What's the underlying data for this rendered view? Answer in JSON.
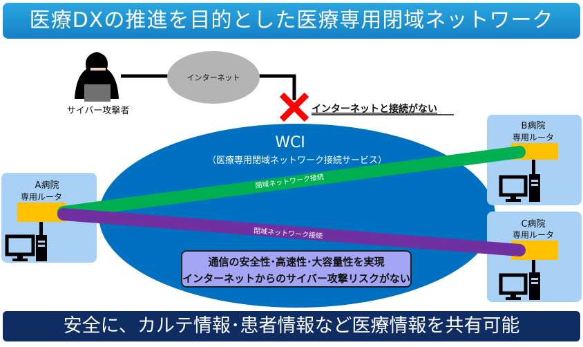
{
  "title": "医療DXの推進を目的とした医療専用閉域ネットワーク",
  "attacker_label": "サイバー攻撃者",
  "internet_label": "インターネット",
  "no_connection_label": "インターネットと接続がない",
  "wci": {
    "name": "WCI",
    "subtitle": "（医療専用閉域ネットワーク接続サービス）"
  },
  "hospitals": [
    {
      "name": "A病院",
      "router": "専用ルータ"
    },
    {
      "name": "B病院",
      "router": "専用ルータ"
    },
    {
      "name": "C病院",
      "router": "専用ルータ"
    }
  ],
  "links": [
    {
      "label": "閉域ネットワーク接続",
      "color": "#00b050"
    },
    {
      "label": "閉域ネットワーク接続",
      "color": "#7030a0"
    }
  ],
  "info": {
    "line1": "通信の安全性･高速性･大容量性を実現",
    "line2": "インターネットからのサイバー攻撃リスクがない"
  },
  "footer": "安全に、カルテ情報･患者情報など医療情報を共有可能",
  "colors": {
    "title": "#1a8fd0",
    "footer": "#0f2c63",
    "wci": "#0070c0",
    "router": "#ffc000",
    "hospital_box": "#a9d1f5",
    "cross": "#ff0000"
  }
}
